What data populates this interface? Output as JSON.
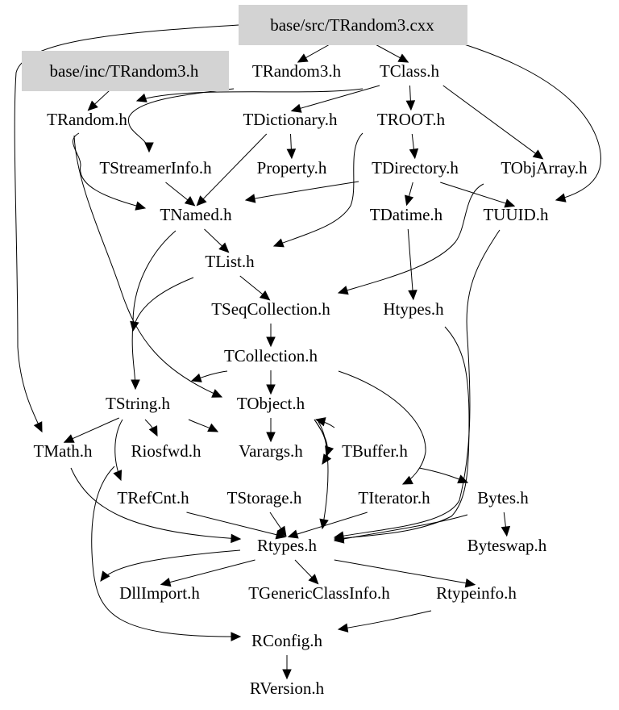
{
  "diagram": {
    "type": "include-dependency-graph",
    "highlight_color": "#d3d3d3",
    "nodes": [
      {
        "id": "TRandom3_cxx",
        "label": "base/src/TRandom3.cxx",
        "highlighted": true
      },
      {
        "id": "TRandom3_h_inc",
        "label": "base/inc/TRandom3.h",
        "highlighted": true
      },
      {
        "id": "TRandom3_h",
        "label": "TRandom3.h"
      },
      {
        "id": "TClass_h",
        "label": "TClass.h"
      },
      {
        "id": "TRandom_h",
        "label": "TRandom.h"
      },
      {
        "id": "TDictionary_h",
        "label": "TDictionary.h"
      },
      {
        "id": "TROOT_h",
        "label": "TROOT.h"
      },
      {
        "id": "TStreamerInfo_h",
        "label": "TStreamerInfo.h"
      },
      {
        "id": "Property_h",
        "label": "Property.h"
      },
      {
        "id": "TDirectory_h",
        "label": "TDirectory.h"
      },
      {
        "id": "TObjArray_h",
        "label": "TObjArray.h"
      },
      {
        "id": "TNamed_h",
        "label": "TNamed.h"
      },
      {
        "id": "TDatime_h",
        "label": "TDatime.h"
      },
      {
        "id": "TUUID_h",
        "label": "TUUID.h"
      },
      {
        "id": "TList_h",
        "label": "TList.h"
      },
      {
        "id": "TSeqCollection_h",
        "label": "TSeqCollection.h"
      },
      {
        "id": "Htypes_h",
        "label": "Htypes.h"
      },
      {
        "id": "TCollection_h",
        "label": "TCollection.h"
      },
      {
        "id": "TString_h",
        "label": "TString.h"
      },
      {
        "id": "TObject_h",
        "label": "TObject.h"
      },
      {
        "id": "TMath_h",
        "label": "TMath.h"
      },
      {
        "id": "Riosfwd_h",
        "label": "Riosfwd.h"
      },
      {
        "id": "Varargs_h",
        "label": "Varargs.h"
      },
      {
        "id": "TBuffer_h",
        "label": "TBuffer.h"
      },
      {
        "id": "TRefCnt_h",
        "label": "TRefCnt.h"
      },
      {
        "id": "TStorage_h",
        "label": "TStorage.h"
      },
      {
        "id": "TIterator_h",
        "label": "TIterator.h"
      },
      {
        "id": "Bytes_h",
        "label": "Bytes.h"
      },
      {
        "id": "Rtypes_h",
        "label": "Rtypes.h"
      },
      {
        "id": "Byteswap_h",
        "label": "Byteswap.h"
      },
      {
        "id": "DllImport_h",
        "label": "DllImport.h"
      },
      {
        "id": "TGenericClassInfo_h",
        "label": "TGenericClassInfo.h"
      },
      {
        "id": "Rtypeinfo_h",
        "label": "Rtypeinfo.h"
      },
      {
        "id": "RConfig_h",
        "label": "RConfig.h"
      },
      {
        "id": "RVersion_h",
        "label": "RVersion.h"
      }
    ],
    "edges": [
      {
        "from": "TRandom3_cxx",
        "to": "TRandom3_h"
      },
      {
        "from": "TRandom3_cxx",
        "to": "TClass_h"
      },
      {
        "from": "TRandom3_cxx",
        "to": "TMath_h"
      },
      {
        "from": "TRandom3_cxx",
        "to": "TUUID_h"
      },
      {
        "from": "TRandom3_h_inc",
        "to": "TRandom_h"
      },
      {
        "from": "TRandom3_h_inc",
        "to": "TStreamerInfo_h"
      },
      {
        "from": "TClass_h",
        "to": "TDictionary_h"
      },
      {
        "from": "TClass_h",
        "to": "TROOT_h"
      },
      {
        "from": "TClass_h",
        "to": "TObjArray_h"
      },
      {
        "from": "TClass_h",
        "to": "TRandom_h"
      },
      {
        "from": "TRandom_h",
        "to": "TNamed_h"
      },
      {
        "from": "TRandom_h",
        "to": "TObject_h"
      },
      {
        "from": "TDictionary_h",
        "to": "Property_h"
      },
      {
        "from": "TDictionary_h",
        "to": "TNamed_h"
      },
      {
        "from": "TROOT_h",
        "to": "TDirectory_h"
      },
      {
        "from": "TROOT_h",
        "to": "TList_h"
      },
      {
        "from": "TStreamerInfo_h",
        "to": "TNamed_h"
      },
      {
        "from": "TDirectory_h",
        "to": "TNamed_h"
      },
      {
        "from": "TDirectory_h",
        "to": "TDatime_h"
      },
      {
        "from": "TDirectory_h",
        "to": "TUUID_h"
      },
      {
        "from": "TObjArray_h",
        "to": "TSeqCollection_h"
      },
      {
        "from": "TNamed_h",
        "to": "TList_h"
      },
      {
        "from": "TNamed_h",
        "to": "TString_h"
      },
      {
        "from": "TDatime_h",
        "to": "Htypes_h"
      },
      {
        "from": "TUUID_h",
        "to": "Rtypes_h"
      },
      {
        "from": "TList_h",
        "to": "TSeqCollection_h"
      },
      {
        "from": "TList_h",
        "to": "TString_h"
      },
      {
        "from": "TSeqCollection_h",
        "to": "TCollection_h"
      },
      {
        "from": "Htypes_h",
        "to": "Rtypes_h"
      },
      {
        "from": "TCollection_h",
        "to": "TObject_h"
      },
      {
        "from": "TCollection_h",
        "to": "TString_h"
      },
      {
        "from": "TCollection_h",
        "to": "TIterator_h"
      },
      {
        "from": "TString_h",
        "to": "TMath_h"
      },
      {
        "from": "TString_h",
        "to": "Riosfwd_h"
      },
      {
        "from": "TString_h",
        "to": "Varargs_h"
      },
      {
        "from": "TString_h",
        "to": "TRefCnt_h"
      },
      {
        "from": "TObject_h",
        "to": "Varargs_h"
      },
      {
        "from": "TObject_h",
        "to": "TBuffer_h"
      },
      {
        "from": "TObject_h",
        "to": "TStorage_h"
      },
      {
        "from": "TObject_h",
        "to": "Rtypes_h"
      },
      {
        "from": "TBuffer_h",
        "to": "TObject_h"
      },
      {
        "from": "TIterator_h",
        "to": "Bytes_h"
      },
      {
        "from": "TMath_h",
        "to": "Rtypes_h"
      },
      {
        "from": "TRefCnt_h",
        "to": "Rtypes_h"
      },
      {
        "from": "TStorage_h",
        "to": "Rtypes_h"
      },
      {
        "from": "TIterator_h",
        "to": "Rtypes_h"
      },
      {
        "from": "Bytes_h",
        "to": "Rtypes_h"
      },
      {
        "from": "Bytes_h",
        "to": "Byteswap_h"
      },
      {
        "from": "Riosfwd_h",
        "to": "RConfig_h"
      },
      {
        "from": "Rtypes_h",
        "to": "DllImport_h"
      },
      {
        "from": "Rtypes_h",
        "to": "TGenericClassInfo_h"
      },
      {
        "from": "Rtypes_h",
        "to": "Rtypeinfo_h"
      },
      {
        "from": "Rtypes_h",
        "to": "RConfig_h"
      },
      {
        "from": "Rtypeinfo_h",
        "to": "RConfig_h"
      },
      {
        "from": "RConfig_h",
        "to": "RVersion_h"
      }
    ]
  }
}
